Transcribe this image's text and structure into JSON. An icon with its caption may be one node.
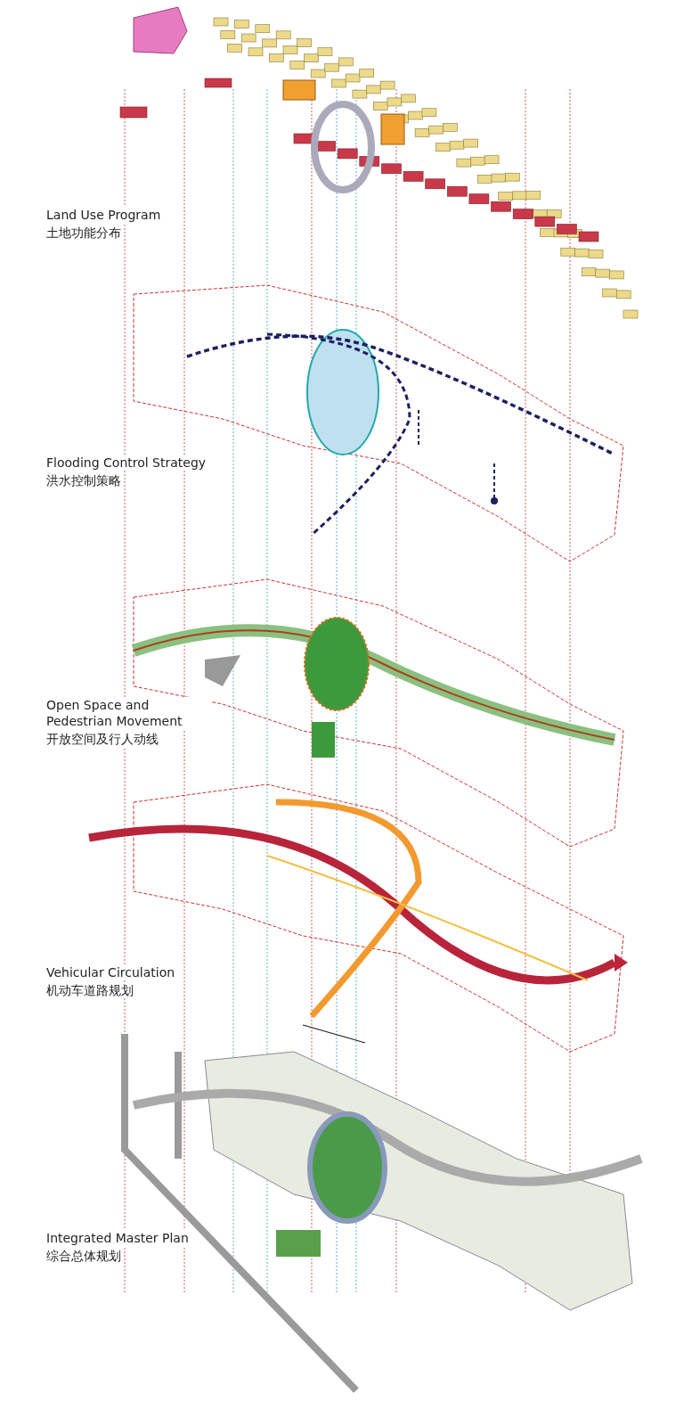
{
  "diagram": {
    "labels": [
      "Land Use Program",
      "土地功能分布",
      "Flooding Control Strategy",
      "洪水控制策略",
      "Open Space and Pedestrian Movement",
      "开放空间及行人动线",
      "Vehicular Circulation",
      "机动车道路规划",
      "Integrated Master Plan",
      "综合总体规划"
    ]
  }
}
